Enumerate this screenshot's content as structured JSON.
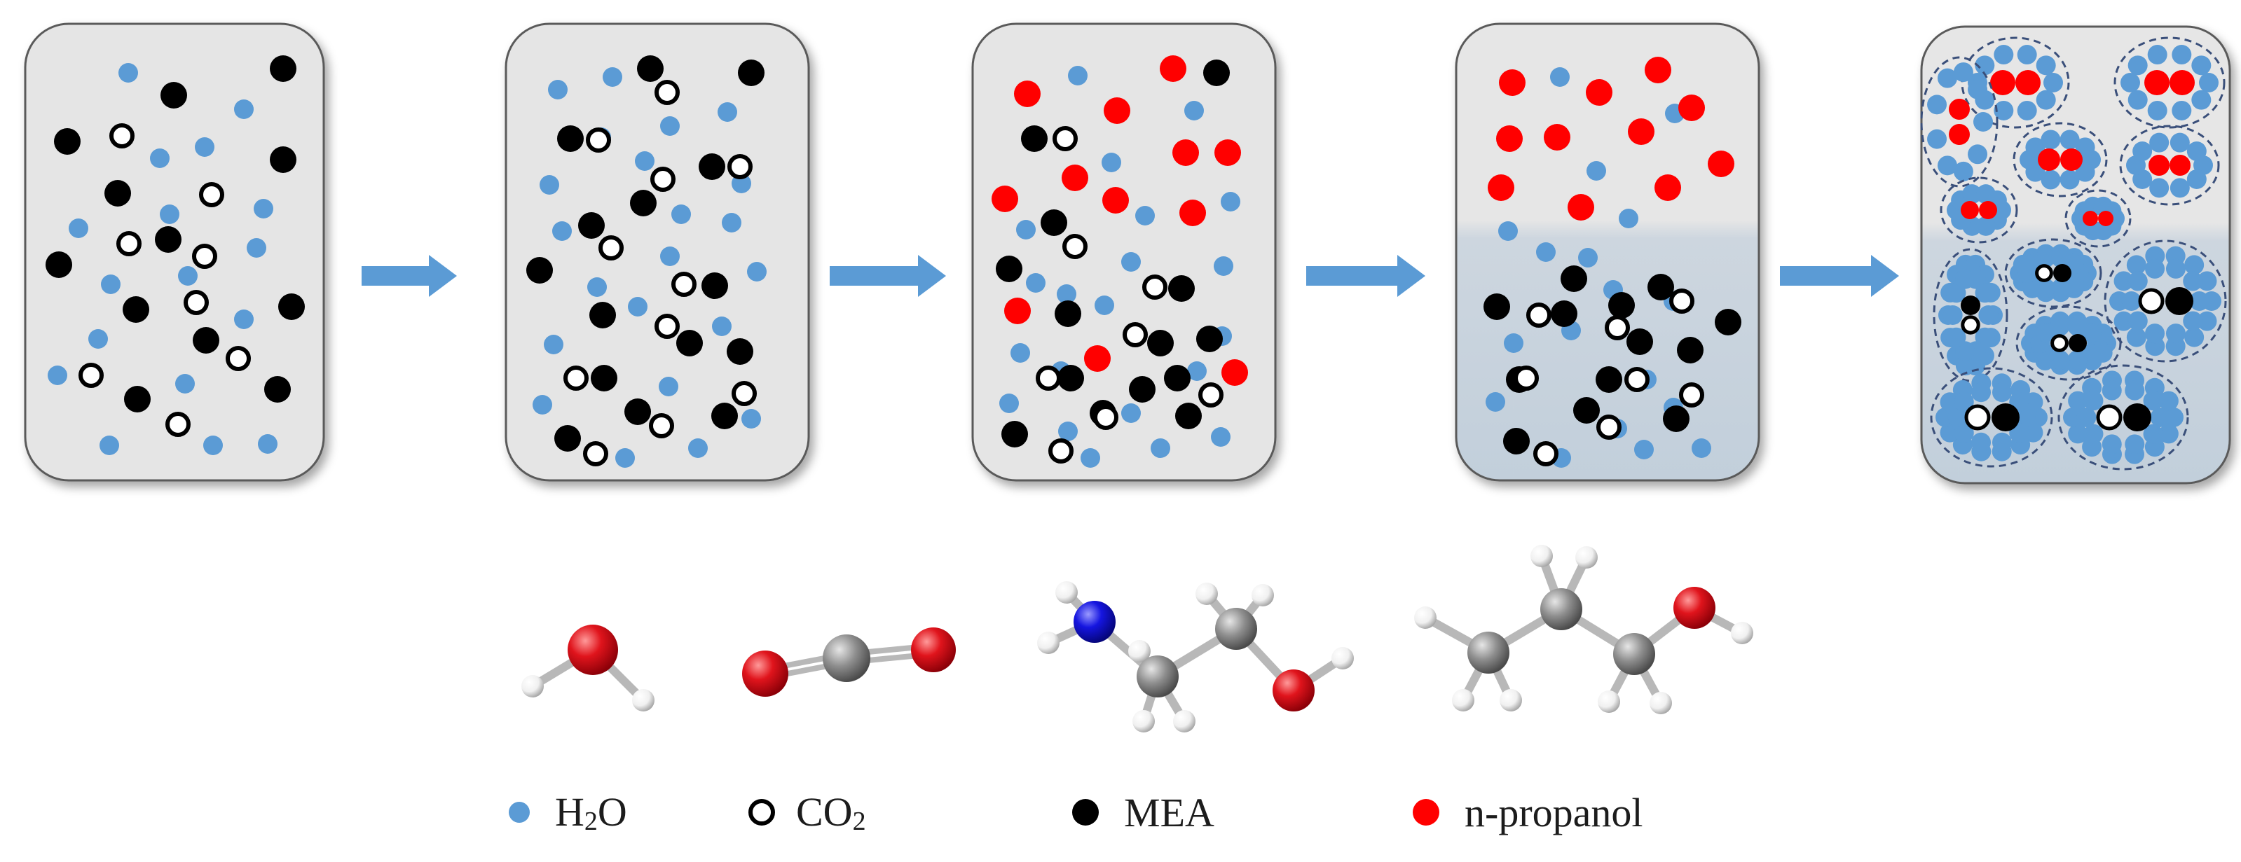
{
  "colors": {
    "water": "#5b9bd5",
    "mea": "#000000",
    "propanol": "#ff0000",
    "co2_ring": "#000000",
    "panel_fill": "#e5e5e5",
    "panel_fill_lower": "#c6d2dd",
    "arrow": "#5b9bd5",
    "atom_oxygen": "#e0141c",
    "atom_carbon": "#8e8e8e",
    "atom_nitrogen": "#1515e0",
    "atom_hydrogen": "#f2f2f2"
  },
  "panels": [
    {
      "name": "panel-1-co2-absorption-start",
      "phase_separated": false
    },
    {
      "name": "panel-2-co2-loaded",
      "phase_separated": false
    },
    {
      "name": "panel-3-propanol-added",
      "phase_separated": false
    },
    {
      "name": "panel-4-phase-separated",
      "phase_separated": true
    },
    {
      "name": "panel-5-clusters",
      "phase_separated": true
    }
  ],
  "molecule_models": [
    {
      "name": "water-molecule-model",
      "icon": "h2o-ball-and-stick"
    },
    {
      "name": "co2-molecule-model",
      "icon": "co2-ball-and-stick"
    },
    {
      "name": "mea-molecule-model",
      "icon": "mea-ball-and-stick"
    },
    {
      "name": "n-propanol-molecule-model",
      "icon": "n-propanol-ball-and-stick"
    }
  ],
  "legend": {
    "water": {
      "base": "H",
      "sub": "2",
      "tail": "O"
    },
    "co2": {
      "base": "CO",
      "sub": "2"
    },
    "mea": {
      "label": "MEA"
    },
    "propanol": {
      "label": "n-propanol"
    }
  }
}
